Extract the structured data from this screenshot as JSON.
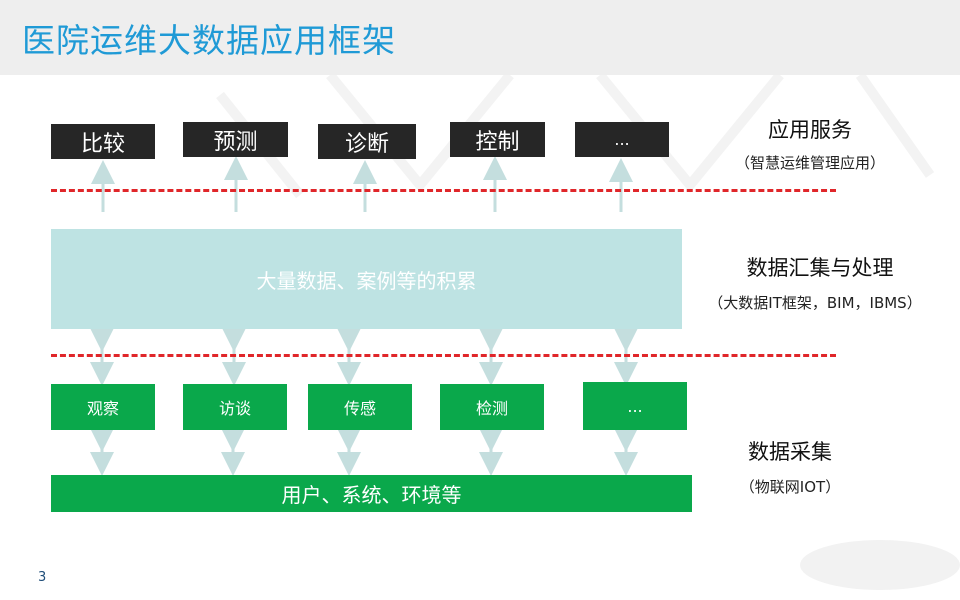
{
  "page": {
    "title": "医院运维大数据应用框架",
    "page_number": "3"
  },
  "top_row": {
    "items": [
      "比较",
      "预测",
      "诊断",
      "控制",
      "..."
    ]
  },
  "middle": {
    "label": "大量数据、案例等的积累"
  },
  "bottom_row": {
    "items": [
      "观察",
      "访谈",
      "传感",
      "检测",
      "..."
    ]
  },
  "base": {
    "label": "用户、系统、环境等"
  },
  "side_labels": {
    "application": {
      "title": "应用服务",
      "sub": "（智慧运维管理应用）"
    },
    "processing": {
      "title": "数据汇集与处理",
      "sub": "（大数据IT框架，BIM，IBMS）"
    },
    "collection": {
      "title": "数据采集",
      "sub": "（物联网IOT）"
    }
  },
  "colors": {
    "title": "#1f9ad6",
    "dark_box": "#262626",
    "green": "#0aa84b",
    "light_box": "#bee3e3",
    "dash_line": "#e0262a",
    "arrow": "#c4dede"
  }
}
